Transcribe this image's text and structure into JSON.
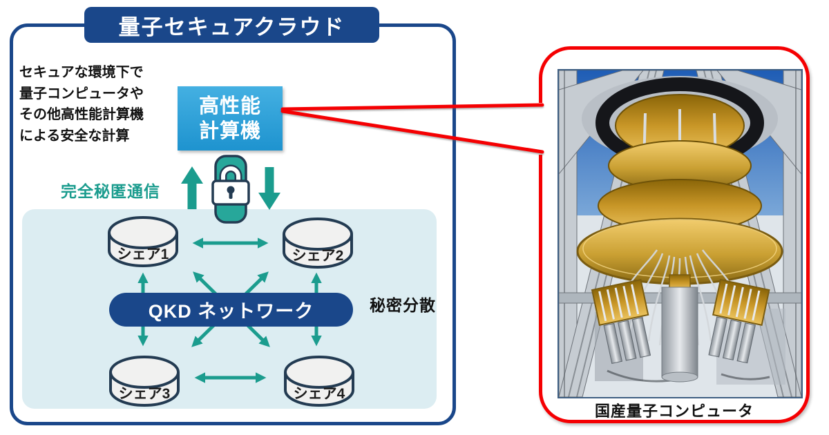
{
  "colors": {
    "navy": "#1a478a",
    "ink": "#233b52",
    "teal": "#1b9c8e",
    "lock-teal": "#27a79a",
    "pale-blue": "#dcedf2",
    "box-blue-top": "#44b0e2",
    "box-blue-bottom": "#1e93cf",
    "red": "#f50002",
    "cylinder-fill": "#f1f1f0",
    "text-black": "#111111",
    "photo-border": "#3e5e82"
  },
  "left_panel": {
    "title": "量子セキュアクラウド",
    "description_lines": [
      "セキュアな環境下で",
      "量子コンピュータや",
      "その他高性能計算機",
      "による安全な計算"
    ],
    "hpc_box": {
      "line1": "高性能",
      "line2": "計算機"
    },
    "secure_comm_label": "完全秘匿通信",
    "icons": {
      "lock": "padlock-icon",
      "upload": "up-arrow-icon",
      "download": "down-arrow-icon"
    },
    "secret_sharing_area": {
      "qkd_label": "QKD ネットワーク",
      "secret_sharing_label": "秘密分散",
      "shares": [
        {
          "label": "シェア1"
        },
        {
          "label": "シェア2"
        },
        {
          "label": "シェア3"
        },
        {
          "label": "シェア4"
        }
      ]
    }
  },
  "right_panel": {
    "caption": "国産量子コンピュータ"
  }
}
